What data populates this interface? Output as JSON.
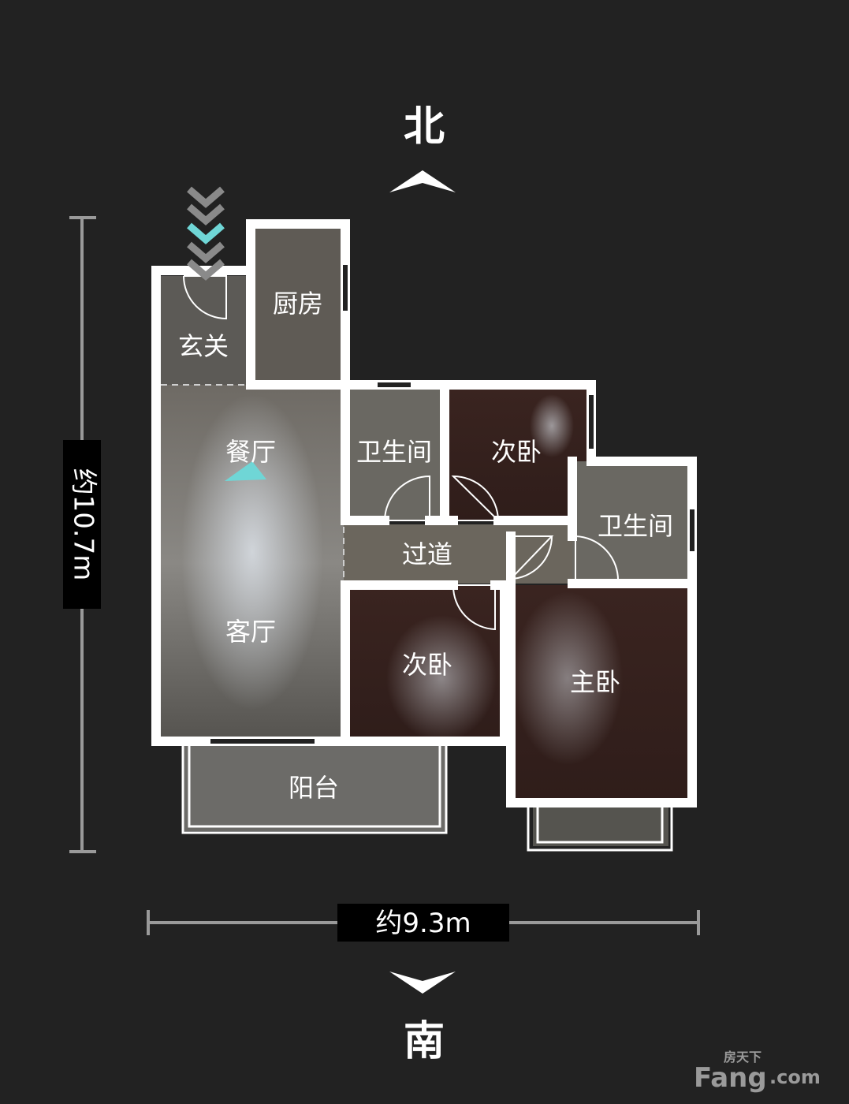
{
  "compass": {
    "north": "北",
    "south": "南"
  },
  "dimensions": {
    "height": "约10.7m",
    "width": "约9.3m"
  },
  "rooms": {
    "entrance": "玄关",
    "kitchen": "厨房",
    "dining": "餐厅",
    "bath1": "卫生间",
    "bedroom_north": "次卧",
    "bath2": "卫生间",
    "corridor": "过道",
    "living": "客厅",
    "bedroom_south": "次卧",
    "master": "主卧",
    "balcony": "阳台"
  },
  "watermark": {
    "top": "房天下",
    "main": "Fang",
    "suffix": ".com"
  },
  "colors": {
    "background": "#222222",
    "walls": "#ffffff",
    "accent": "#6fd6d6",
    "dimension_line": "#9a9a9a"
  }
}
